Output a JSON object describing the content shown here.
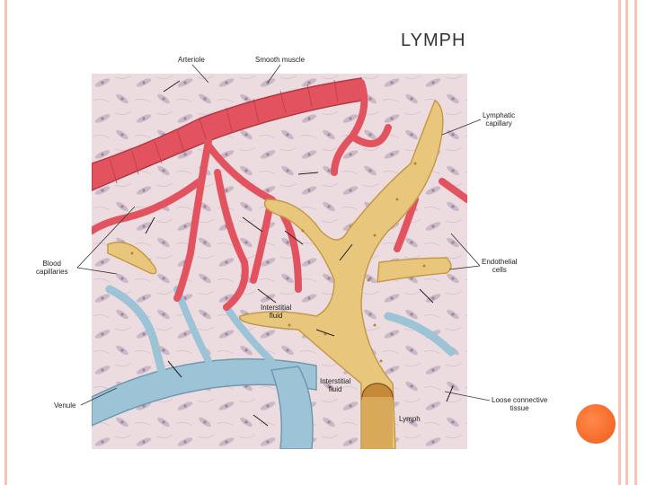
{
  "title": "LYMPH",
  "colors": {
    "accent": "#f05a1a",
    "frame": "#f6c5b5",
    "tissue": "#ecdce0",
    "blood": "#e2535f",
    "lymph": "#e8c77d",
    "venule": "#9cc3d6"
  },
  "labels": {
    "arteriole": "Arteriole",
    "smooth_muscle": "Smooth muscle",
    "lymphatic_capillary_1": "Lymphatic",
    "lymphatic_capillary_2": "capillary",
    "blood_capillaries_1": "Blood",
    "blood_capillaries_2": "capillaries",
    "endothelial_cells_1": "Endothelial",
    "endothelial_cells_2": "cells",
    "interstitial_fluid_a_1": "Interstitial",
    "interstitial_fluid_a_2": "fluid",
    "interstitial_fluid_b_1": "Interstitial",
    "interstitial_fluid_b_2": "fluid",
    "venule": "Venule",
    "loose_connective_tissue_1": "Loose connective",
    "loose_connective_tissue_2": "tissue",
    "lymph": "Lymph"
  }
}
